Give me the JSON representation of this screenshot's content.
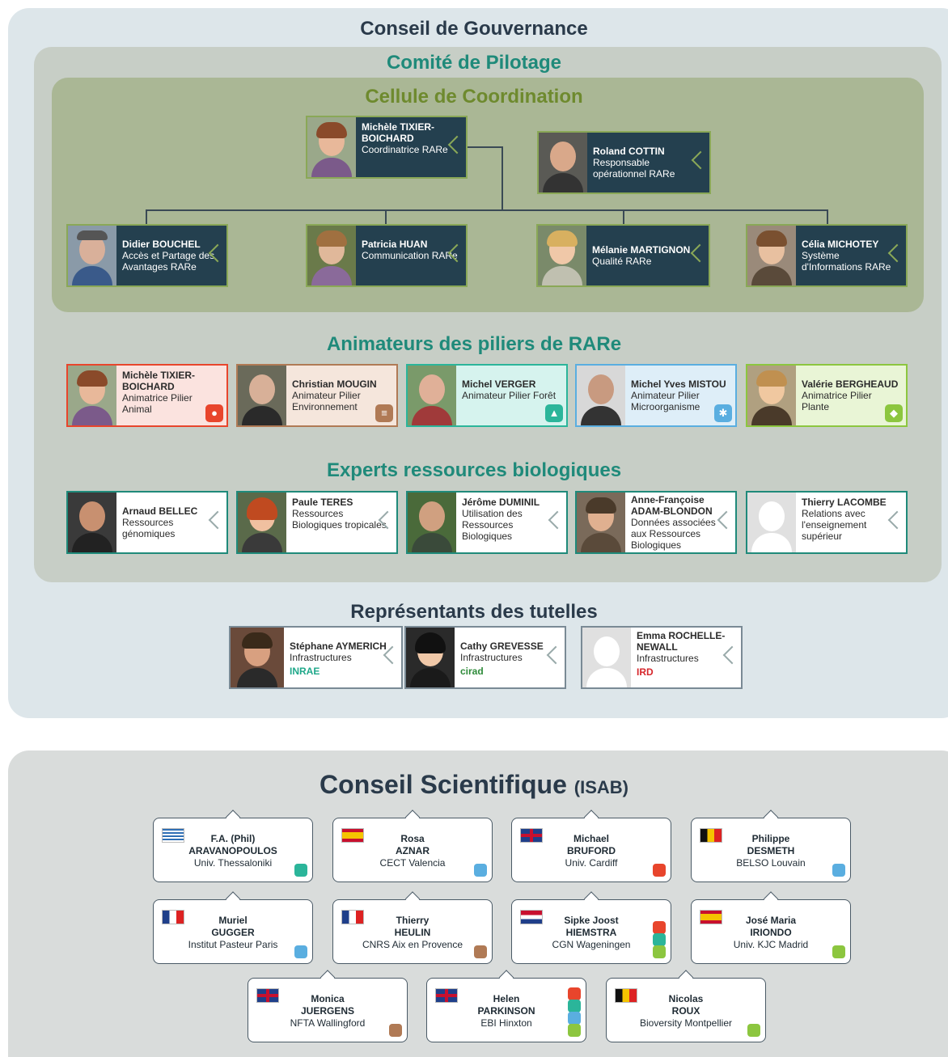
{
  "titles": {
    "gouvernance": "Conseil de Gouvernance",
    "pilotage": "Comité de Pilotage",
    "coordination": "Cellule de Coordination",
    "animateurs": "Animateurs des piliers de RARe",
    "experts": "Experts ressources biologiques",
    "tutelles": "Représentants des tutelles",
    "scientifique": "Conseil Scientifique",
    "scientifique_sub": "(ISAB)"
  },
  "coordination": {
    "lead": {
      "name": "Michèle TIXIER-BOICHARD",
      "role": "Coordinatrice RARe"
    },
    "ops": {
      "name": "Roland COTTIN",
      "role": "Responsable opérationnel RARe"
    },
    "members": [
      {
        "name": "Didier BOUCHEL",
        "role": "Accès et Partage des Avantages RARe"
      },
      {
        "name": "Patricia HUAN",
        "role": "Communication RARe"
      },
      {
        "name": "Mélanie MARTIGNON",
        "role": "Qualité RARe"
      },
      {
        "name": "Célia MICHOTEY",
        "role": "Système d'Informations RARe"
      }
    ]
  },
  "animateurs": [
    {
      "name": "Michèle TIXIER-BOICHARD",
      "role": "Animatrice Pilier Animal",
      "pillar": "animal",
      "icon": "paw-icon",
      "color": "#e8452c"
    },
    {
      "name": "Christian MOUGIN",
      "role": "Animateur Pilier Environnement",
      "pillar": "environnement",
      "icon": "soil-layers-icon",
      "color": "#b07a55"
    },
    {
      "name": "Michel VERGER",
      "role": "Animateur Pilier Forêt",
      "pillar": "foret",
      "icon": "tree-icon",
      "color": "#2bb59a"
    },
    {
      "name": "Michel Yves MISTOU",
      "role": "Animateur Pilier Microorganisme",
      "pillar": "microorganisme",
      "icon": "microbe-icon",
      "color": "#5aaee0"
    },
    {
      "name": "Valérie BERGHEAUD",
      "role": "Animatrice Pilier Plante",
      "pillar": "plante",
      "icon": "leaf-icon",
      "color": "#8cc63f"
    }
  ],
  "experts": [
    {
      "name": "Arnaud BELLEC",
      "role": "Ressources génomiques"
    },
    {
      "name": "Paule TERES",
      "role": "Ressources Biologiques tropicales"
    },
    {
      "name": "Jérôme DUMINIL",
      "role": "Utilisation des Ressources Biologiques"
    },
    {
      "name": "Anne-Françoise ADAM-BLONDON",
      "role": "Données associées aux Ressources Biologiques"
    },
    {
      "name": "Thierry LACOMBE",
      "role": "Relations avec l'enseignement supérieur"
    }
  ],
  "tutelles": [
    {
      "name": "Stéphane AYMERICH",
      "role": "Infrastructures",
      "logo": "INRAE",
      "logo_color": "#1fa88a"
    },
    {
      "name": "Cathy GREVESSE",
      "role": "Infrastructures",
      "logo": "cirad",
      "logo_color": "#2e8b3a"
    },
    {
      "name": "Emma ROCHELLE-NEWALL",
      "role": "Infrastructures",
      "logo": "IRD",
      "logo_color": "#d6262b"
    }
  ],
  "isab": [
    {
      "first": "F.A. (Phil)",
      "last": "ARAVANOPOULOS",
      "org": "Univ. Thessaloniki",
      "flag": "greece",
      "pillars": [
        "foret"
      ]
    },
    {
      "first": "Rosa",
      "last": "AZNAR",
      "org": "CECT Valencia",
      "flag": "spain",
      "pillars": [
        "microorganisme"
      ]
    },
    {
      "first": "Michael",
      "last": "BRUFORD",
      "org": "Univ. Cardiff",
      "flag": "uk",
      "pillars": [
        "animal"
      ]
    },
    {
      "first": "Philippe",
      "last": "DESMETH",
      "org": "BELSO Louvain",
      "flag": "belgium",
      "pillars": [
        "microorganisme"
      ]
    },
    {
      "first": "Muriel",
      "last": "GUGGER",
      "org": "Institut Pasteur Paris",
      "flag": "france",
      "pillars": [
        "microorganisme"
      ]
    },
    {
      "first": "Thierry",
      "last": "HEULIN",
      "org": "CNRS Aix en Provence",
      "flag": "france",
      "pillars": [
        "environnement"
      ]
    },
    {
      "first": "Sipke Joost",
      "last": "HIEMSTRA",
      "org": "CGN Wageningen",
      "flag": "netherlands",
      "pillars": [
        "animal",
        "foret",
        "plante"
      ]
    },
    {
      "first": "José Maria",
      "last": "IRIONDO",
      "org": "Univ. KJC Madrid",
      "flag": "spain",
      "pillars": [
        "plante"
      ]
    },
    {
      "first": "Monica",
      "last": "JUERGENS",
      "org": "NFTA Wallingford",
      "flag": "uk",
      "pillars": [
        "environnement"
      ]
    },
    {
      "first": "Helen",
      "last": "PARKINSON",
      "org": "EBI Hinxton",
      "flag": "uk",
      "pillars": [
        "animal",
        "foret",
        "microorganisme",
        "plante"
      ]
    },
    {
      "first": "Nicolas",
      "last": "ROUX",
      "org": "Bioversity Montpellier",
      "flag": "belgium",
      "pillars": [
        "plante"
      ]
    }
  ],
  "colors": {
    "gouvernance_bg": "#dde6ea",
    "pilotage_bg": "#c7cec6",
    "coordination_bg": "#aab795",
    "dark_card": "#24404f",
    "teal_title": "#1f8a7a",
    "olive_title": "#6e8a2e"
  }
}
